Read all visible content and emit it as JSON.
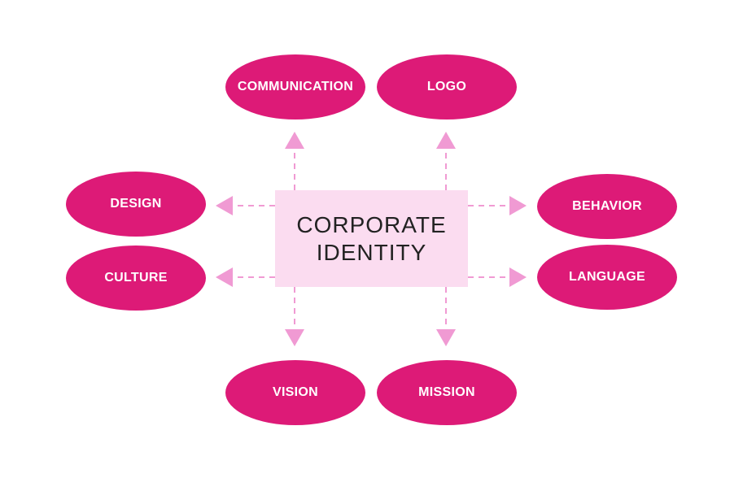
{
  "colors": {
    "node_fill": "#dd1a77",
    "center_fill": "#fbdcf0",
    "arrow": "#f09ad3",
    "center_text": "#222222",
    "node_text": "#ffffff"
  },
  "center": {
    "line1": "CORPORATE",
    "line2": "IDENTITY"
  },
  "nodes": {
    "communication": "COMMUNICATION",
    "logo": "LOGO",
    "design": "DESIGN",
    "culture": "CULTURE",
    "behavior": "BEHAVIOR",
    "language": "LANGUAGE",
    "vision": "VISION",
    "mission": "MISSION"
  }
}
